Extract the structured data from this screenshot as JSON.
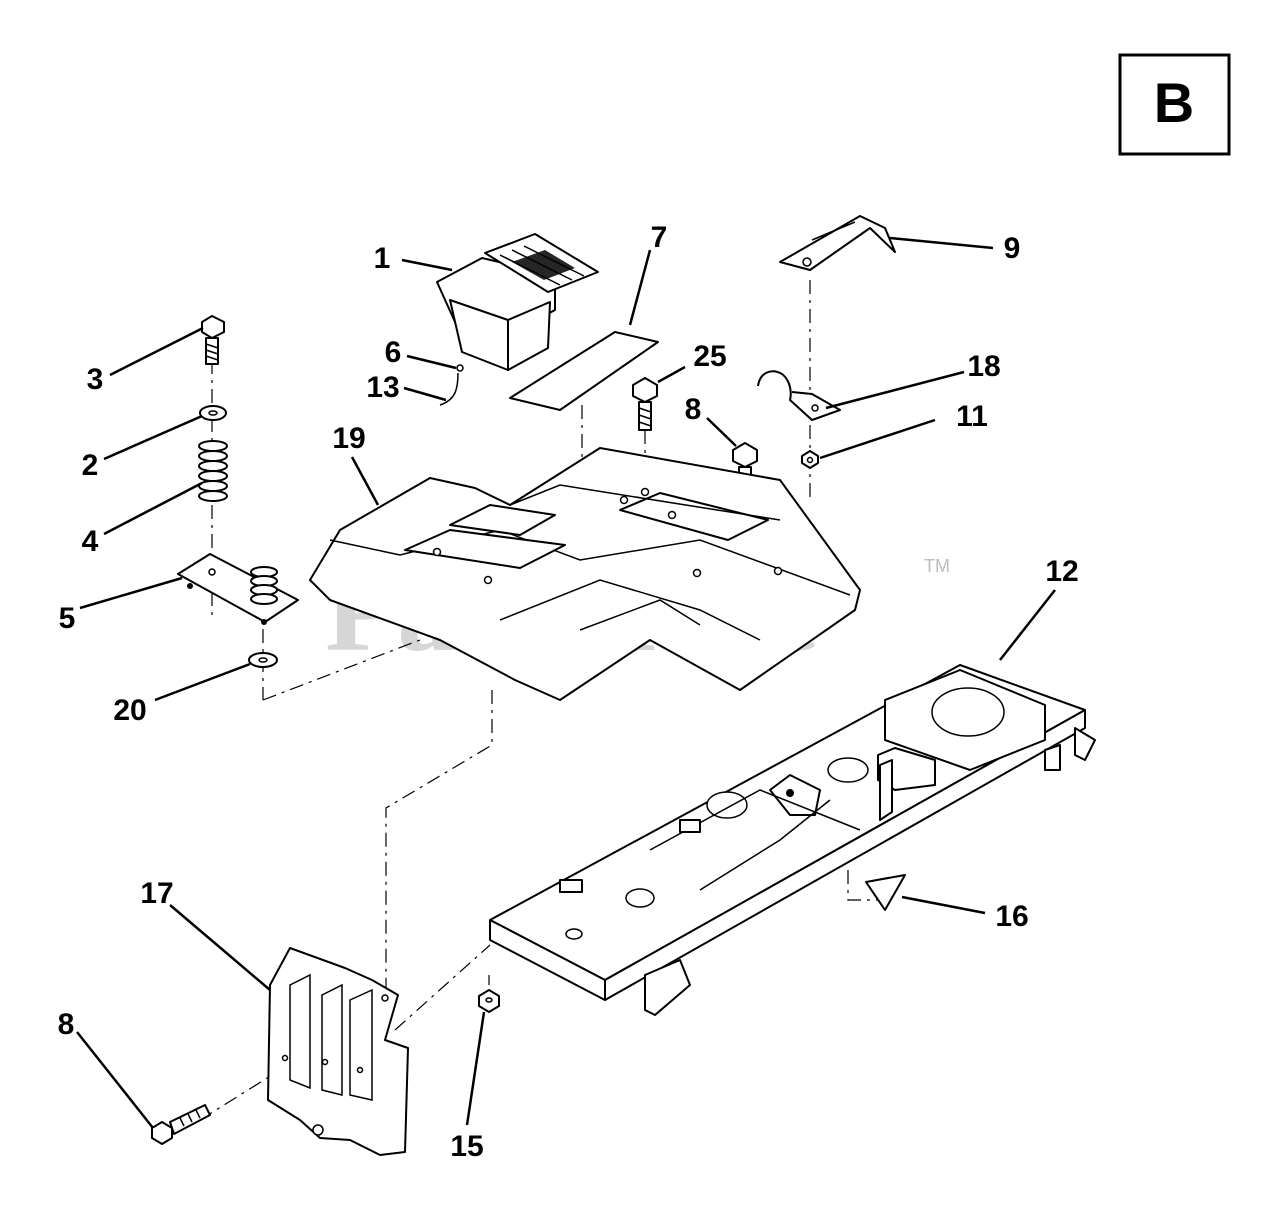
{
  "section_badge": "B",
  "watermark": {
    "text": "PartsTree",
    "trademark": "TM"
  },
  "callouts": [
    {
      "id": "c1",
      "text": "1"
    },
    {
      "id": "c7",
      "text": "7"
    },
    {
      "id": "c9",
      "text": "9"
    },
    {
      "id": "c3",
      "text": "3"
    },
    {
      "id": "c6",
      "text": "6"
    },
    {
      "id": "c13",
      "text": "13"
    },
    {
      "id": "c25",
      "text": "25"
    },
    {
      "id": "c18",
      "text": "18"
    },
    {
      "id": "c8a",
      "text": "8"
    },
    {
      "id": "c11",
      "text": "11"
    },
    {
      "id": "c2",
      "text": "2"
    },
    {
      "id": "c19",
      "text": "19"
    },
    {
      "id": "c4",
      "text": "4"
    },
    {
      "id": "c5",
      "text": "5"
    },
    {
      "id": "c12",
      "text": "12"
    },
    {
      "id": "c20",
      "text": "20"
    },
    {
      "id": "c17",
      "text": "17"
    },
    {
      "id": "c16",
      "text": "16"
    },
    {
      "id": "c8b",
      "text": "8"
    },
    {
      "id": "c15",
      "text": "15"
    }
  ]
}
